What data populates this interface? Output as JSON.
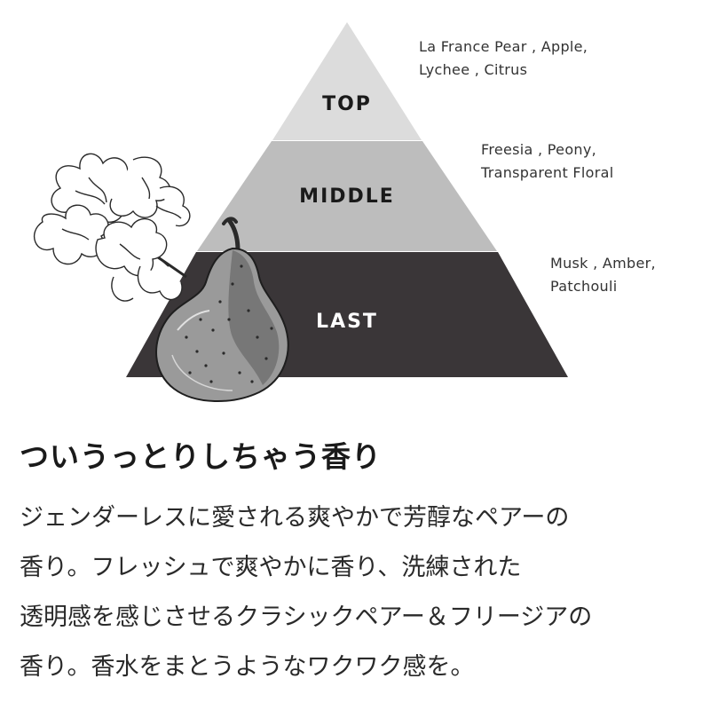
{
  "pyramid": {
    "tiers": [
      {
        "label": "TOP",
        "color": "#dcdcdc",
        "notes": [
          "La France Pear , Apple,",
          "Lychee , Citrus"
        ]
      },
      {
        "label": "MIDDLE",
        "color": "#bdbdbd",
        "notes": [
          "Freesia , Peony,",
          "Transparent Floral"
        ]
      },
      {
        "label": "LAST",
        "color": "#3a3638",
        "notes": [
          "Musk , Amber,",
          "Patchouli"
        ]
      }
    ]
  },
  "illustration": {
    "pear": "pear-sketch",
    "flower": "freesia-sketch"
  },
  "headline": "ついうっとりしちゃう香り",
  "body": [
    "ジェンダーレスに愛される爽やかで芳醇なペアーの",
    "香り。フレッシュで爽やかに香り、洗練された",
    "透明感を感じさせるクラシックペアー＆フリージアの",
    "香り。香水をまとうようなワクワク感を。"
  ]
}
